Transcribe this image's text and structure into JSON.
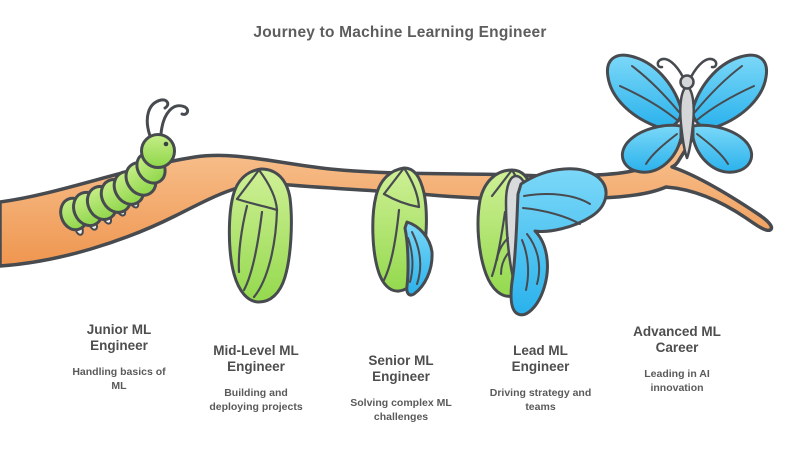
{
  "title": "Journey to Machine Learning Engineer",
  "stages": [
    {
      "name": "Junior ML Engineer",
      "description": "Handling basics of ML",
      "visual": "caterpillar-icon"
    },
    {
      "name": "Mid-Level ML Engineer",
      "description": "Building and deploying projects",
      "visual": "chrysalis-icon"
    },
    {
      "name": "Senior ML Engineer",
      "description": "Solving complex ML challenges",
      "visual": "chrysalis-emerging-wing-icon"
    },
    {
      "name": "Lead ML Engineer",
      "description": "Driving strategy and teams",
      "visual": "emerging-butterfly-icon"
    },
    {
      "name": "Advanced ML Career",
      "description": "Leading in AI innovation",
      "visual": "butterfly-icon"
    }
  ],
  "colors": {
    "branch_orange": "#f2a05e",
    "leaf_green": "#a8e063",
    "butterfly_blue": "#3fc0f0",
    "outline_gray": "#474b50",
    "text_gray": "#545454"
  }
}
